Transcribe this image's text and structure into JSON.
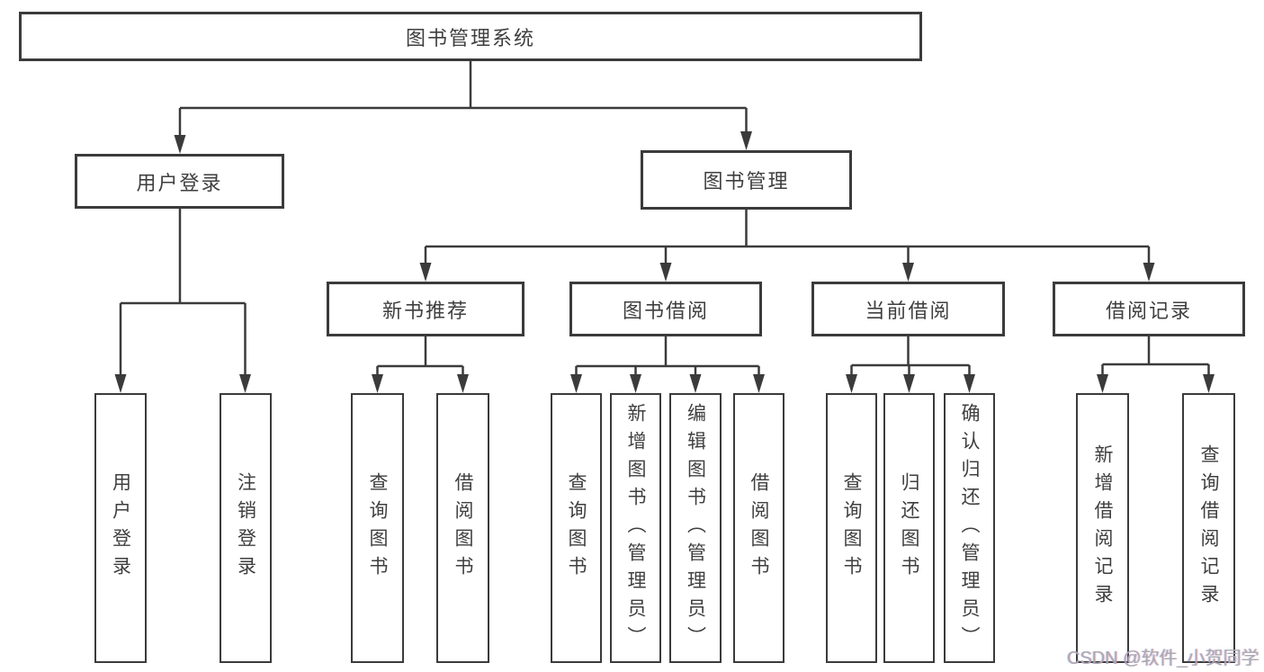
{
  "diagram_title": "图书管理系统",
  "nodes": {
    "root": {
      "label": "图书管理系统"
    },
    "level2": [
      {
        "label": "用户登录"
      },
      {
        "label": "图书管理"
      }
    ],
    "level3": [
      {
        "label": "新书推荐"
      },
      {
        "label": "图书借阅"
      },
      {
        "label": "当前借阅"
      },
      {
        "label": "借阅记录"
      }
    ],
    "leaves": {
      "user_login": [
        {
          "label": "用户登录"
        },
        {
          "label": "注销登录"
        }
      ],
      "new_books": [
        {
          "label": "查询图书"
        },
        {
          "label": "借阅图书"
        }
      ],
      "book_borrow": [
        {
          "label": "查询图书"
        },
        {
          "label": "新增图书（管理员）"
        },
        {
          "label": "编辑图书（管理员）"
        },
        {
          "label": "借阅图书"
        }
      ],
      "current_borrow": [
        {
          "label": "查询图书"
        },
        {
          "label": "归还图书"
        },
        {
          "label": "确认归还（管理员）"
        }
      ],
      "borrow_records": [
        {
          "label": "新增借阅记录"
        },
        {
          "label": "查询借阅记录"
        }
      ]
    }
  },
  "colors": {
    "line": "#3b3b3b",
    "text": "#3f3f3f",
    "background": "#ffffff",
    "watermark": "#a9a9b2"
  },
  "watermark": "CSDN @软件_小贺同学"
}
